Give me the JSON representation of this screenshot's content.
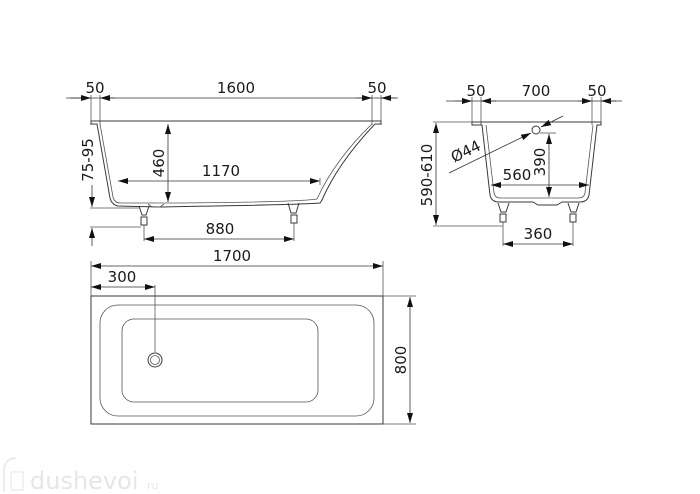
{
  "front_view": {
    "dims": {
      "rim_left": "50",
      "inner_length": "1600",
      "rim_right": "50",
      "depth": "460",
      "bottom_length": "1170",
      "legs_spacing": "880",
      "leg_height": "75-95"
    }
  },
  "side_view": {
    "dims": {
      "rim_left": "50",
      "inner_width": "700",
      "rim_right": "50",
      "overflow_diameter": "Ø44",
      "overflow_height": "390",
      "bottom_width": "560",
      "total_height": "590-610",
      "legs_spacing": "360"
    }
  },
  "plan_view": {
    "dims": {
      "total_length": "1700",
      "drain_offset": "300",
      "total_width": "800"
    }
  },
  "watermark": {
    "brand": "dushevoi",
    "tld": "ru"
  }
}
